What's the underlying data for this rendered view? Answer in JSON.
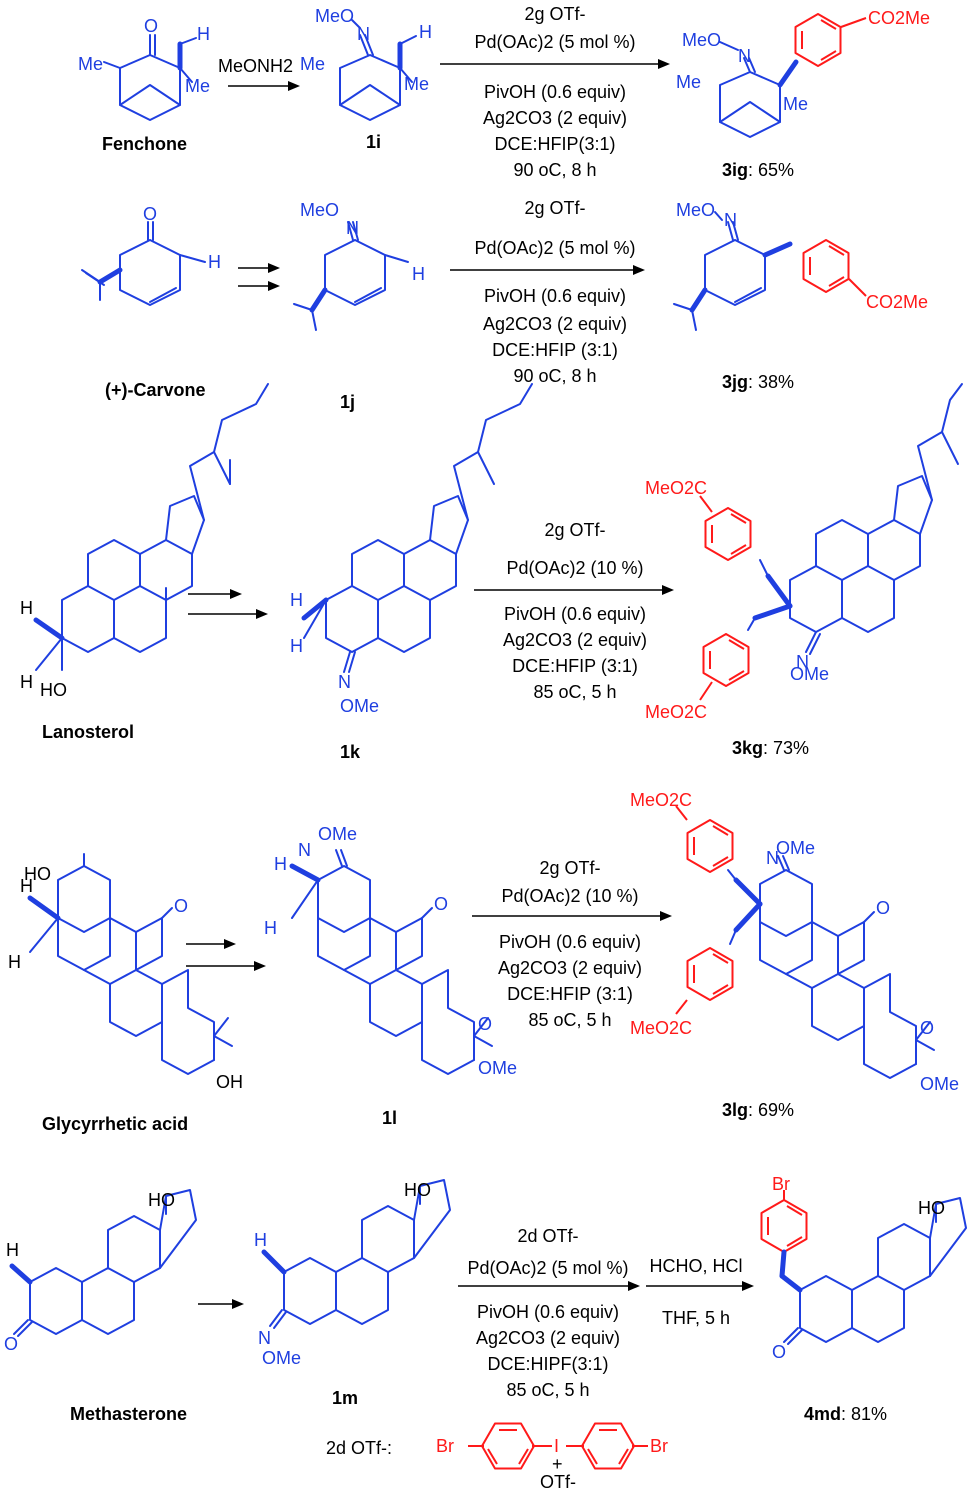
{
  "colors": {
    "substrate": "#1f3fe0",
    "aryl": "#ff1a1a",
    "text": "#000000"
  },
  "rows": [
    {
      "start_name": "Fenchone",
      "reagent_step1": "MeONH2",
      "intermediate_label": "1i",
      "conditions": [
        "2g OTf-",
        "Pd(OAc)2 (5 mol %)",
        "PivOH (0.6 equiv)",
        "Ag2CO3 (2 equiv)",
        "DCE:HFIP(3:1)",
        "90 oC, 8 h"
      ],
      "product_label": "3ig",
      "product_yield": ": 65%"
    },
    {
      "start_name": "(+)-Carvone",
      "intermediate_label": "1j",
      "conditions": [
        "2g OTf-",
        "Pd(OAc)2 (5 mol %)",
        "PivOH (0.6 equiv)",
        "Ag2CO3 (2 equiv)",
        "DCE:HFIP (3:1)",
        "90 oC, 8 h"
      ],
      "product_label": "3jg",
      "product_yield": ": 38%"
    },
    {
      "start_name": "Lanosterol",
      "intermediate_label": "1k",
      "conditions": [
        "2g OTf-",
        "Pd(OAc)2 (10 %)",
        "PivOH (0.6 equiv)",
        "Ag2CO3 (2 equiv)",
        "DCE:HFIP (3:1)",
        "85 oC, 5 h"
      ],
      "product_label": "3kg",
      "product_yield": ": 73%"
    },
    {
      "start_name": "Glycyrrhetic acid",
      "intermediate_label": "1l",
      "conditions": [
        "2g OTf-",
        "Pd(OAc)2 (10 %)",
        "PivOH (0.6 equiv)",
        "Ag2CO3 (2 equiv)",
        "DCE:HFIP (3:1)",
        "85 oC, 5 h"
      ],
      "product_label": "3lg",
      "product_yield": ": 69%"
    },
    {
      "start_name": "Methasterone",
      "intermediate_label": "1m",
      "conditions": [
        "2d OTf-",
        "Pd(OAc)2 (5 mol %)",
        "PivOH (0.6 equiv)",
        "Ag2CO3 (2 equiv)",
        "DCE:HIPF(3:1)",
        "85 oC, 5 h"
      ],
      "extra_conditions": [
        "HCHO, HCl",
        "THF, 5 h"
      ],
      "product_label": "4md",
      "product_yield": ": 81%"
    }
  ],
  "atom_labels": {
    "meo": "MeO",
    "ome": "OMe",
    "n": "N",
    "o": "O",
    "h": "H",
    "me": "Me",
    "oh": "OH",
    "ho": "HO",
    "co2me": "CO2Me",
    "meo2c": "MeO2C",
    "br": "Br",
    "i": "I",
    "plus": "+",
    "otf": "OTf-"
  },
  "footnote": {
    "label": "2d OTf-:",
    "reagent_atoms": [
      "Br",
      "I",
      "Br"
    ],
    "counterion": "OTf-"
  }
}
